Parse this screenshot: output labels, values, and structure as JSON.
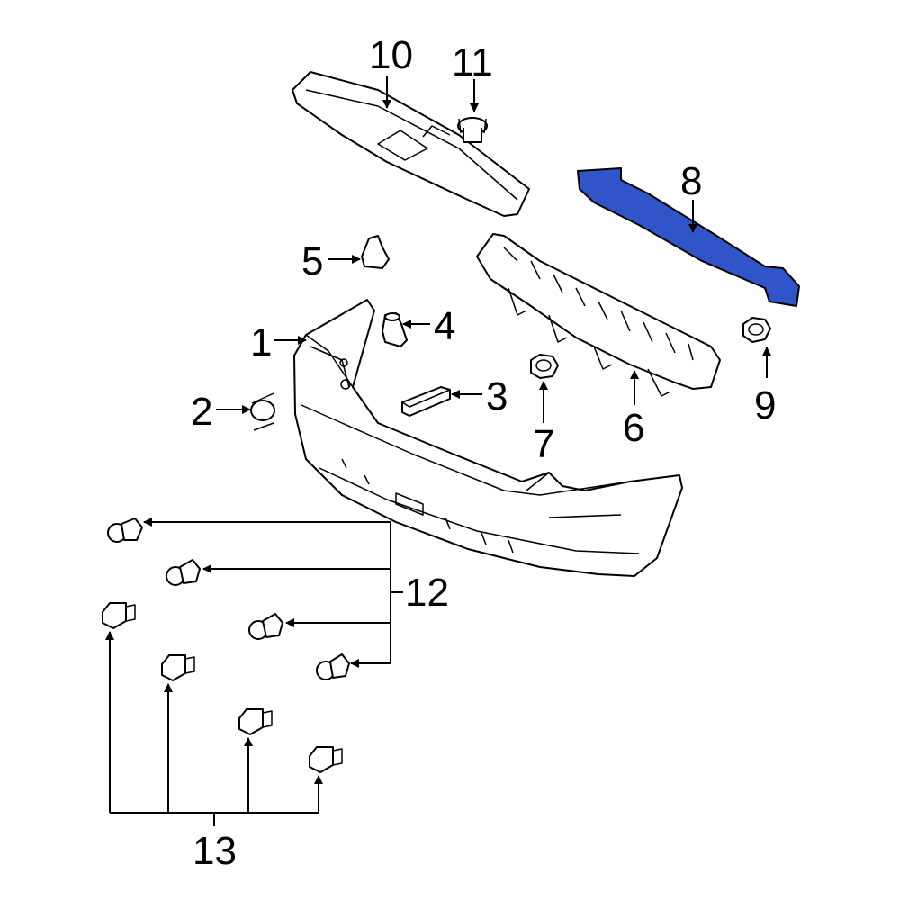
{
  "callouts": {
    "c1": "1",
    "c2": "2",
    "c3": "3",
    "c4": "4",
    "c5": "5",
    "c6": "6",
    "c7": "7",
    "c8": "8",
    "c9": "9",
    "c10": "10",
    "c11": "11",
    "c12": "12",
    "c13": "13"
  },
  "colors": {
    "highlight": "#2f55c8",
    "line": "#000000",
    "background": "#ffffff"
  }
}
